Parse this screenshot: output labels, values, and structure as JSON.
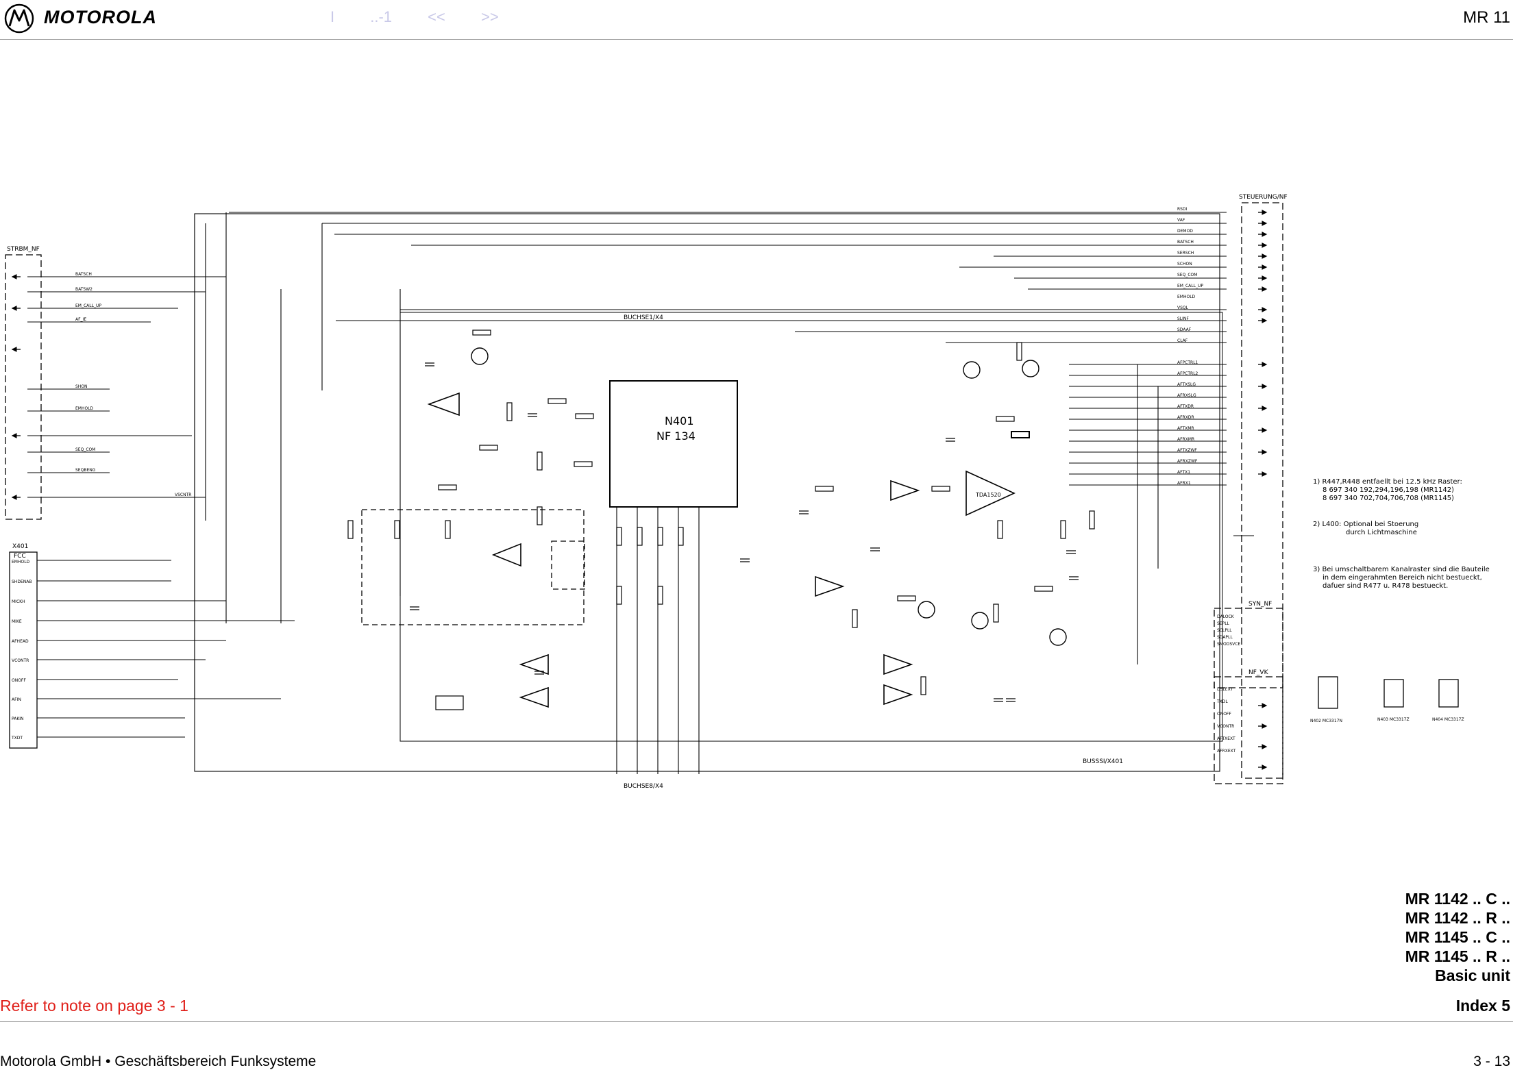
{
  "header": {
    "brand": "MOTOROLA",
    "nav": [
      "I",
      "..-1",
      "<<",
      ">>"
    ],
    "doc_id": "MR 11"
  },
  "schematic": {
    "blocks": {
      "strbm": "STRBM_NF",
      "steuerung": "STEUERUNG/NF",
      "syn": "SYN_NF",
      "nf_vk": "NF_VK",
      "x401": "X401",
      "fcc": "FCC",
      "ic_main": "N401",
      "ic_main_type": "NF 134",
      "amp": "TDA1520",
      "buchse_top": "BUCHSE1/X4",
      "buchse_bottom": "BUCHSE8/X4"
    },
    "left_pins": [
      "BATSCH",
      "BATSW2",
      "EM_CALL_UP",
      "AF_IE",
      "SHON",
      "EMHOLD",
      "SEQ_COM",
      "SEQBENG",
      "VSCNTR"
    ],
    "x401_pins": [
      "EMHOLD",
      "SHDENAB",
      "MICKH",
      "MIKE",
      "AFHEAD",
      "VCONTR",
      "ONOFF",
      "AFIN",
      "PAKIN",
      "TXDT"
    ],
    "right_pins": [
      "RSDI",
      "VAF",
      "DEMOD",
      "BATSCH",
      "SERSCH",
      "SCHON",
      "SEQ_COM",
      "EM_CALL_UP",
      "EMHOLD",
      "VSQL",
      "SLINF",
      "SDAAF",
      "CLAF",
      "AFPCTRL1",
      "AFPCTRL2",
      "AFTXSLG",
      "AFRXSLG",
      "AFTXDR",
      "AFRXDR",
      "AFTXMR",
      "AFRXMR",
      "AFTXZWF",
      "AFRXZWF",
      "AFTX1",
      "AFRX1"
    ],
    "syn_pins": [
      "DALOCK",
      "SEPLL",
      "SCLPLL",
      "SDAPLL",
      "SMODSVCE"
    ],
    "nfvk_pins": [
      "DSLEXT",
      "TXDL",
      "ONOFF",
      "VCONTR",
      "AFTXEXT",
      "AFRXEXT"
    ],
    "bus_label": "BUSSSI/X401",
    "notes": [
      "1) R447,R448 entfaellt bei 12.5 kHz Raster:",
      "8 697 340 192,294,196,198 (MR1142)",
      "8 697 340 702,704,706,708 (MR1145)",
      "2) L400: Optional bei Stoerung",
      "durch Lichtmaschine",
      "3) Bei umschaltbarem Kanalraster sind die Bauteile",
      "in dem eingerahmten Bereich nicht bestueckt,",
      "dafuer sind R477 u. R478 bestueckt."
    ],
    "ic_small": [
      "N402 MC3317N",
      "N403 MC3317Z",
      "N404 MC3317Z"
    ]
  },
  "models": [
    "MR 1142 .. C ..",
    "MR 1142 .. R ..",
    "MR 1145 .. C ..",
    "MR 1145 .. R ..",
    "Basic unit"
  ],
  "refer_note": "Refer to note on page 3 - 1",
  "index": "Index 5",
  "footer": {
    "company": "Motorola GmbH • Geschäftsbereich Funksysteme",
    "page": "3 - 13"
  },
  "colors": {
    "nav": "#c9c9e8",
    "refer": "#e0201a",
    "rule": "#9a9a9a"
  }
}
